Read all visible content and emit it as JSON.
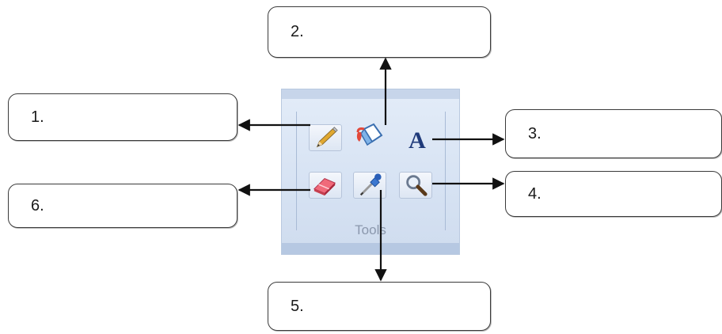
{
  "boxes": {
    "b1": "1.",
    "b2": "2.",
    "b3": "3.",
    "b4": "4.",
    "b5": "5.",
    "b6": "6."
  },
  "panel": {
    "group_label": "Tools"
  },
  "icons": {
    "pencil": "pencil-icon",
    "fill": "fill-bucket-icon",
    "text": "text-icon",
    "eraser": "eraser-icon",
    "picker": "color-picker-icon",
    "magnifier": "magnifier-icon"
  },
  "colors": {
    "panel_bg": "#d6e2f3",
    "arrow": "#111111",
    "text_icon": "#1f3a7a"
  }
}
